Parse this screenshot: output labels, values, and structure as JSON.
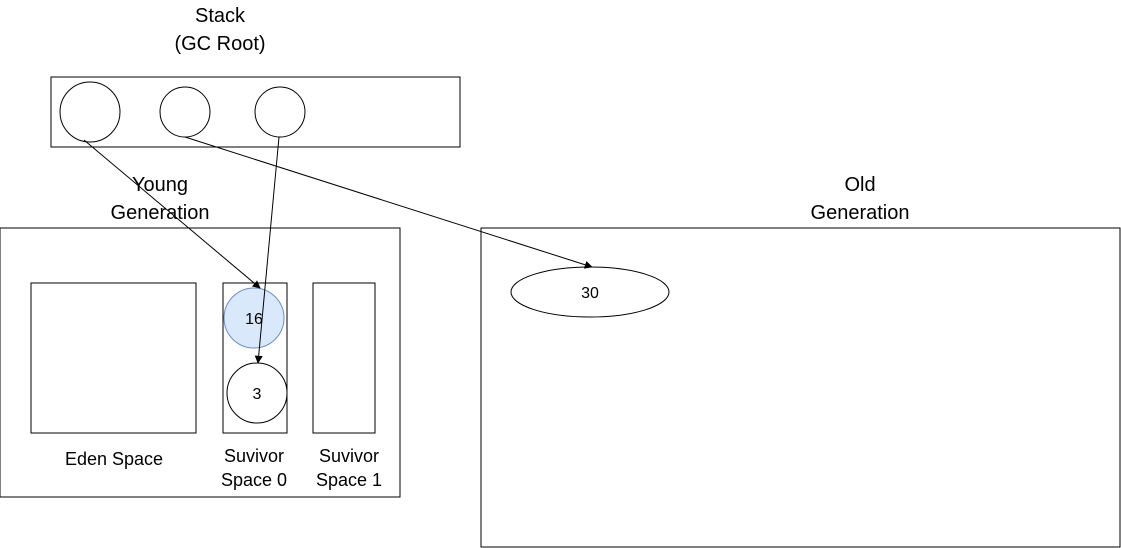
{
  "stack": {
    "title_line1": "Stack",
    "title_line2": "(GC Root)"
  },
  "young_generation": {
    "title_line1": "Young",
    "title_line2": "Generation",
    "eden_label": "Eden Space",
    "survivor0_label_line1": "Suvivor",
    "survivor0_label_line2": "Space 0",
    "survivor1_label_line1": "Suvivor",
    "survivor1_label_line2": "Space 1",
    "objects": [
      {
        "label": "16",
        "highlighted": true
      },
      {
        "label": "3",
        "highlighted": false
      }
    ]
  },
  "old_generation": {
    "title_line1": "Old",
    "title_line2": "Generation",
    "objects": [
      {
        "label": "30"
      }
    ]
  },
  "colors": {
    "highlight_fill": "#dae8fc",
    "highlight_stroke": "#6c8ebf",
    "line": "#000000"
  }
}
